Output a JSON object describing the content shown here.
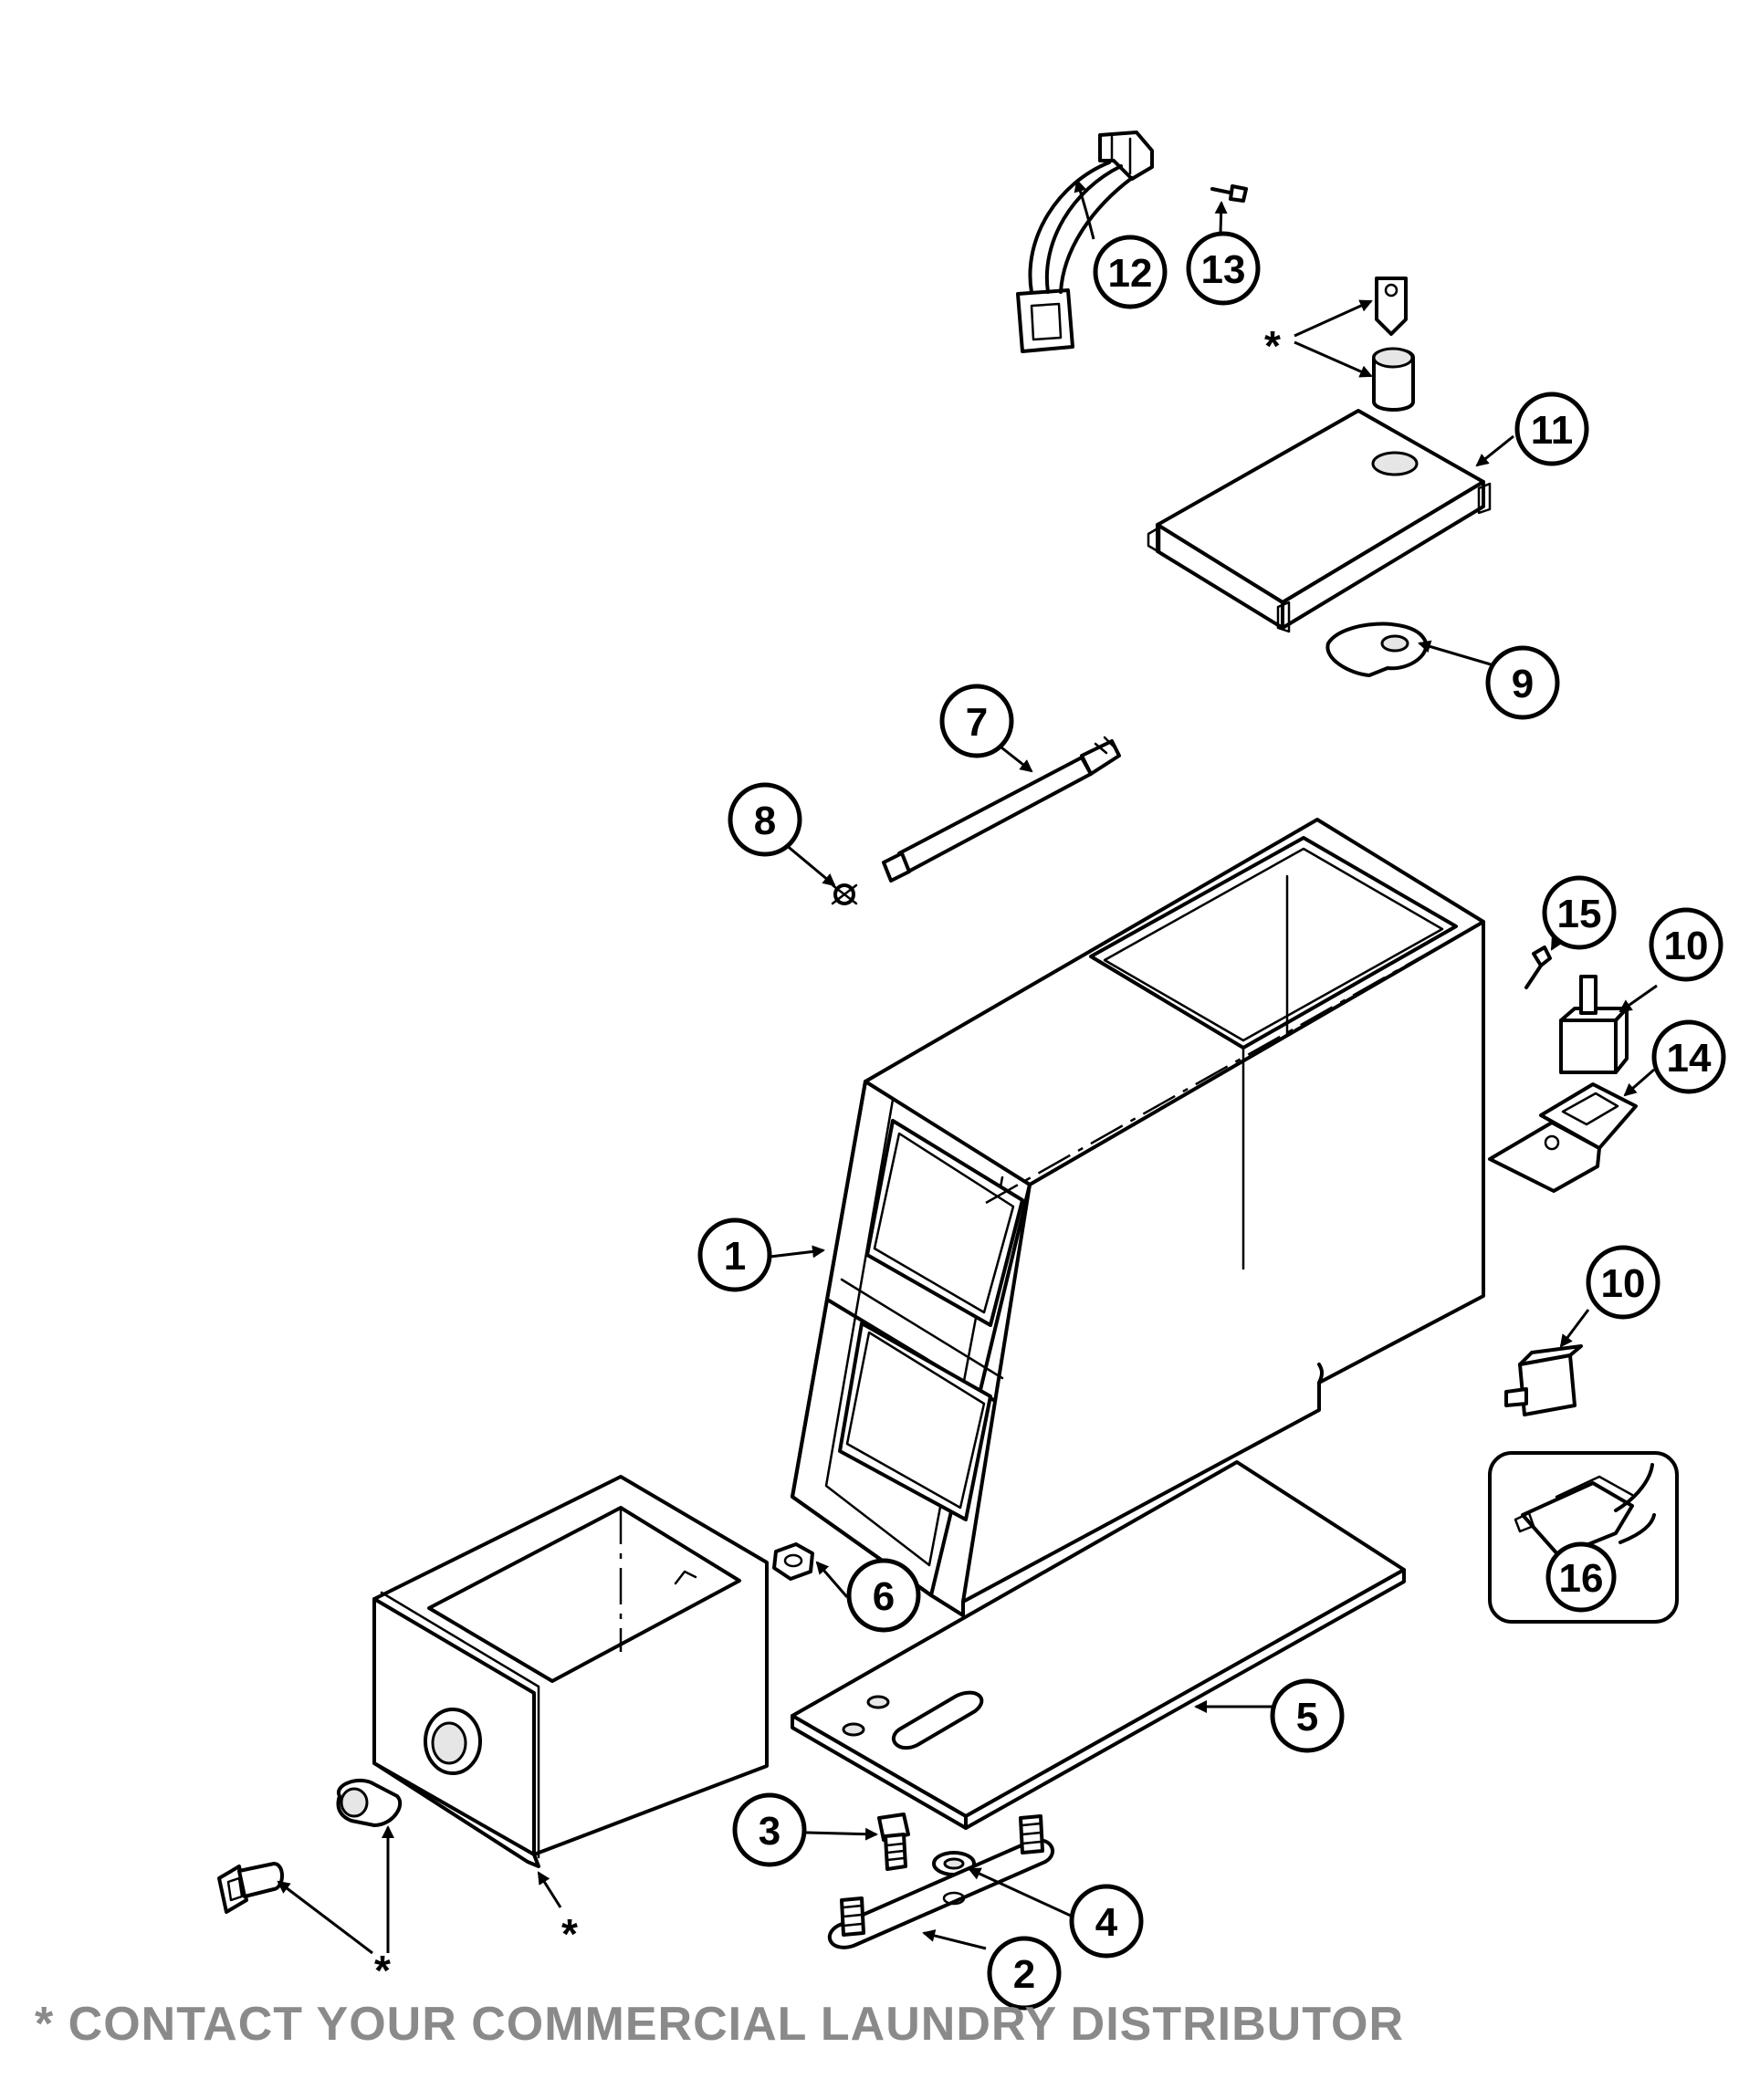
{
  "callouts": [
    {
      "id": "1",
      "label": "1"
    },
    {
      "id": "2",
      "label": "2"
    },
    {
      "id": "3",
      "label": "3"
    },
    {
      "id": "4",
      "label": "4"
    },
    {
      "id": "5",
      "label": "5"
    },
    {
      "id": "6",
      "label": "6"
    },
    {
      "id": "7",
      "label": "7"
    },
    {
      "id": "8",
      "label": "8"
    },
    {
      "id": "9",
      "label": "9"
    },
    {
      "id": "10a",
      "label": "10"
    },
    {
      "id": "10b",
      "label": "10"
    },
    {
      "id": "11",
      "label": "11"
    },
    {
      "id": "12",
      "label": "12"
    },
    {
      "id": "13",
      "label": "13"
    },
    {
      "id": "14",
      "label": "14"
    },
    {
      "id": "15",
      "label": "15"
    },
    {
      "id": "16",
      "label": "16"
    }
  ],
  "asterisk": "*",
  "footer_note": "* CONTACT YOUR COMMERCIAL LAUNDRY DISTRIBUTOR"
}
